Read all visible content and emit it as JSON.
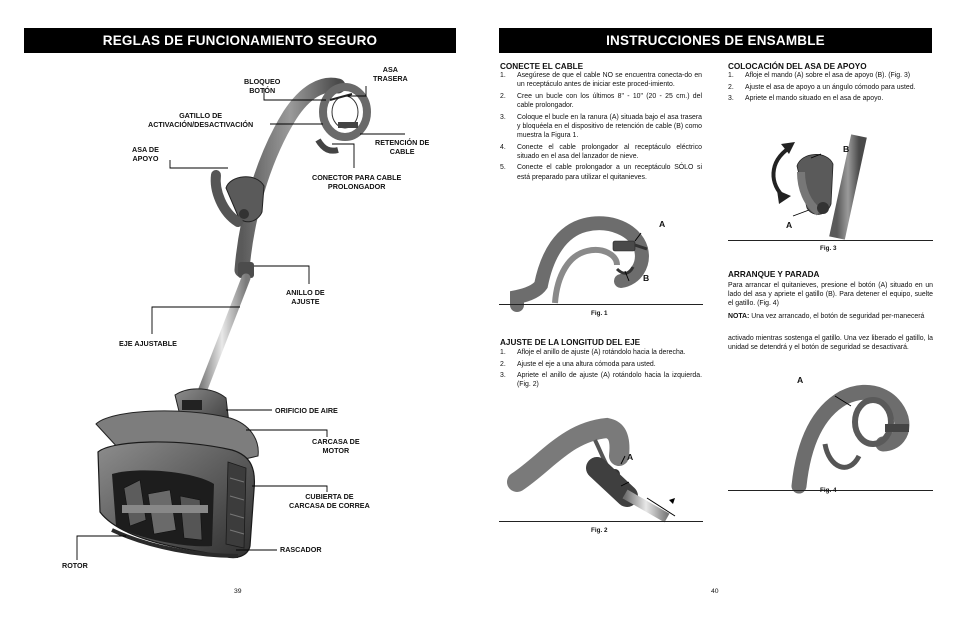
{
  "left_page": {
    "banner": "REGLAS DE FUNCIONAMIENTO SEGURO",
    "callouts": {
      "bloqueo_boton": [
        "BLOQUEO",
        "BOTÓN"
      ],
      "asa_trasera": [
        "ASA",
        "TRASERA"
      ],
      "gatillo": [
        "GATILLO DE",
        "ACTIVACIÓN/DESACTIVACIÓN"
      ],
      "asa_apoyo": [
        "ASA DE",
        "APOYO"
      ],
      "retencion": [
        "RETENCIÓN DE",
        "CABLE"
      ],
      "conector": [
        "CONECTOR PARA CABLE",
        "PROLONGADOR"
      ],
      "anillo": [
        "ANILLO DE",
        "AJUSTE"
      ],
      "eje": "EJE AJUSTABLE",
      "orificio": "ORIFICIO DE AIRE",
      "carcasa_motor": [
        "CARCASA DE",
        "MOTOR"
      ],
      "cubierta": [
        "CUBIERTA DE",
        "CARCASA DE CORREA"
      ],
      "rascador": "RASCADOR",
      "rotor": "ROTOR"
    },
    "page_number": "39"
  },
  "right_page": {
    "banner": "INSTRUCCIONES DE ENSAMBLE",
    "conecte": {
      "title": "CONECTE EL CABLE",
      "steps": [
        {
          "n": "1.",
          "t": "Asegúrese de que el cable NO se encuentra conecta-do en un receptáculo antes de iniciar este proced-imiento."
        },
        {
          "n": "2.",
          "t": "Cree un bucle con los últimos 8\" - 10\" (20 - 25 cm.) del cable prolongador."
        },
        {
          "n": "3.",
          "t": "Coloque el bucle en la ranura (A) situada bajo el asa trasera y bloquéela en el dispositivo de retención de cable (B) como muestra la Figura 1."
        },
        {
          "n": "4.",
          "t": "Conecte el cable prolongador al receptáculo eléctrico situado en el asa del lanzador de nieve."
        },
        {
          "n": "5.",
          "t": "Conecte el cable prolongador a un receptáculo SÓLO si está preparado para utilizar el quitanieves."
        }
      ]
    },
    "fig1": {
      "label": "Fig. 1",
      "a": "A",
      "b": "B"
    },
    "ajuste": {
      "title": "AJUSTE DE LA LONGITUD DEL EJE",
      "steps": [
        {
          "n": "1.",
          "t": "Afloje el anillo de ajuste (A) rotándolo hacia la derecha."
        },
        {
          "n": "2.",
          "t": "Ajuste el eje a una altura cómoda para usted."
        },
        {
          "n": "3.",
          "t": "Apriete el anillo de ajuste (A) rotándolo hacia la izquierda. (Fig. 2)"
        }
      ]
    },
    "fig2": {
      "label": "Fig. 2",
      "a": "A"
    },
    "colocacion": {
      "title": "COLOCACIÓN DEL ASA DE APOYO",
      "steps": [
        {
          "n": "1.",
          "t": "Afloje el mando (A) sobre el asa de apoyo (B). (Fig. 3)"
        },
        {
          "n": "2.",
          "t": "Ajuste el asa de apoyo a un ángulo cómodo para usted."
        },
        {
          "n": "3.",
          "t": "Apriete el mando situado en el asa de apoyo."
        }
      ]
    },
    "fig3": {
      "label": "Fig. 3",
      "a": "A",
      "b": "B"
    },
    "arranque": {
      "title": "ARRANQUE Y PARADA",
      "p1": "Para arrancar el quitanieves, presione el botón (A) situado en un lado del asa y apriete el gatillo (B). Para detener el equipo, suelte el gatillo. (Fig. 4)",
      "nota_label": "NOTA:",
      "nota": " Una vez arrancado, el botón de seguridad per-manecerá",
      "p2": "activado mientras sostenga el gatillo. Una vez liberado el gatillo, la unidad se detendrá y el botón de seguridad se desactivará."
    },
    "fig4": {
      "label": "Fig. 4",
      "a": "A"
    },
    "page_number": "40"
  }
}
